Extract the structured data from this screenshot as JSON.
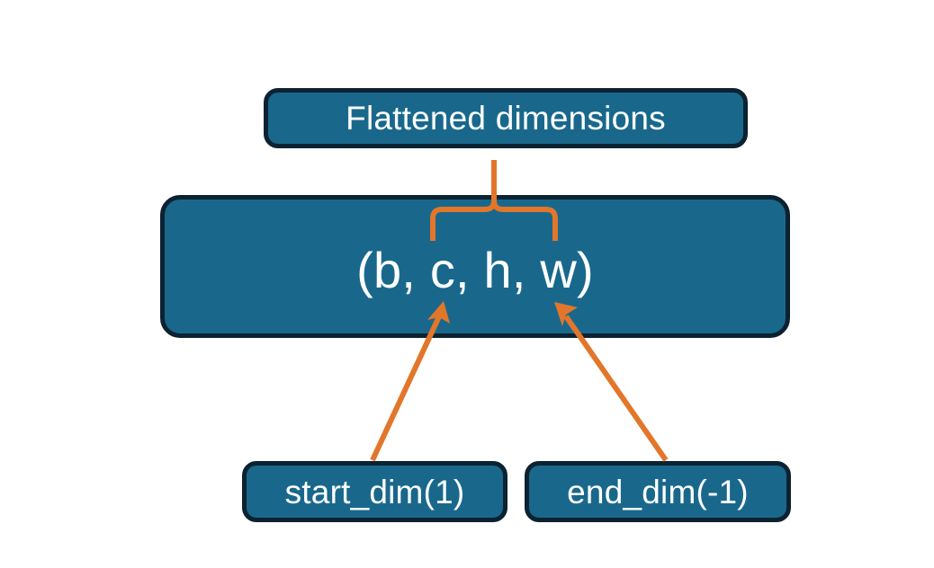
{
  "diagram": {
    "title": "Flatten dimensions diagram",
    "background_color": "#ffffff",
    "node_fill_color": "#19688c",
    "node_border_color": "#0c2231",
    "node_text_color": "#ffffff",
    "connector_color": "#e2762a",
    "nodes": {
      "flattened": {
        "label": "Flattened dimensions"
      },
      "tuple": {
        "label": "(b, c, h, w)"
      },
      "start_dim": {
        "label": "start_dim(1)"
      },
      "end_dim": {
        "label": "end_dim(-1)"
      }
    },
    "connectors": {
      "brace": {
        "name": "curly-brace-up",
        "spans": "c, h, w",
        "points_to": "Flattened dimensions"
      },
      "arrow_start_dim": {
        "name": "arrow-up-right",
        "from": "start_dim(1)",
        "to": "c"
      },
      "arrow_end_dim": {
        "name": "arrow-up-left",
        "from": "end_dim(-1)",
        "to": "w"
      }
    }
  }
}
